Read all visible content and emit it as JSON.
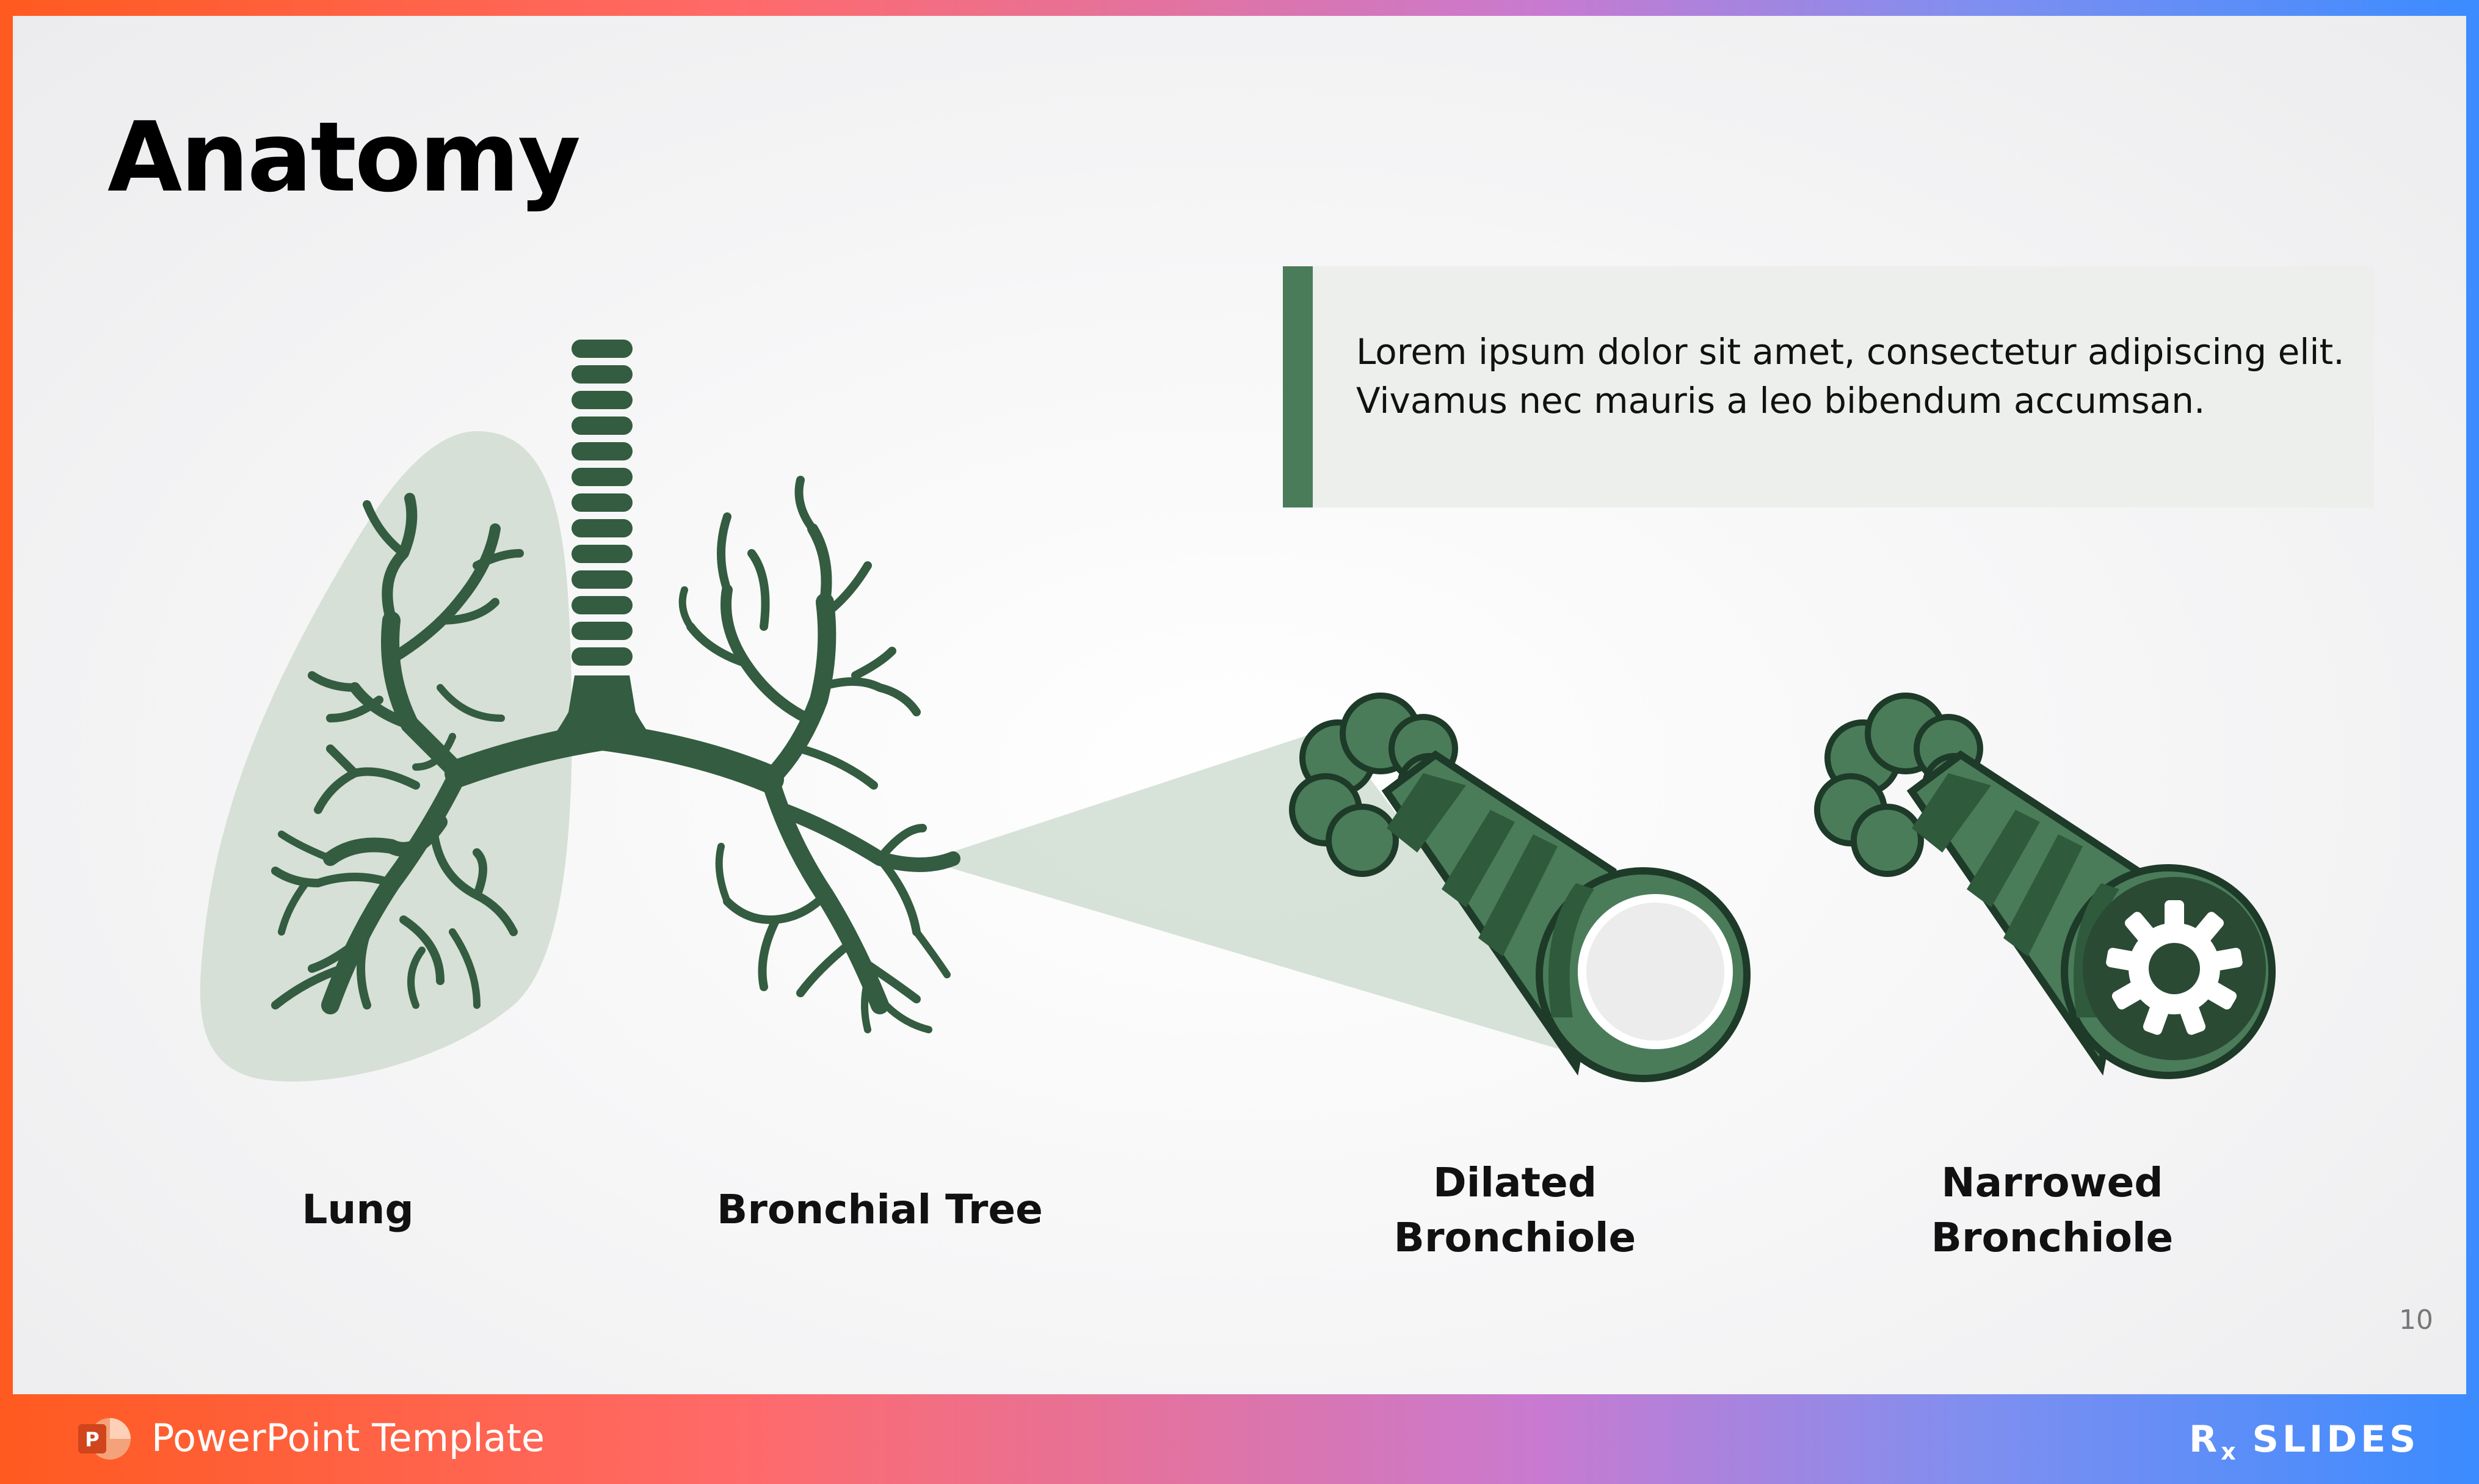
{
  "slide": {
    "title": "Anatomy",
    "callout_text": "Lorem ipsum dolor sit amet, consectetur adipiscing elit. Vivamus nec mauris a leo bibendum accumsan.",
    "page_number": "10",
    "labels": {
      "lung": "Lung",
      "bronchial_tree": "Bronchial Tree",
      "dilated_line1": "Dilated",
      "dilated_line2": "Bronchiole",
      "narrowed_line1": "Narrowed",
      "narrowed_line2": "Bronchiole"
    }
  },
  "footer": {
    "app_icon": "powerpoint-icon",
    "text": "PowerPoint Template",
    "logo_main": "R",
    "logo_sub": "x",
    "logo_rest": "SLIDES"
  },
  "colors": {
    "accent_green": "#4a7c59",
    "dark_green": "#2f5a3c",
    "light_green": "#dbe5dc",
    "callout_bg": "#ecefec"
  }
}
